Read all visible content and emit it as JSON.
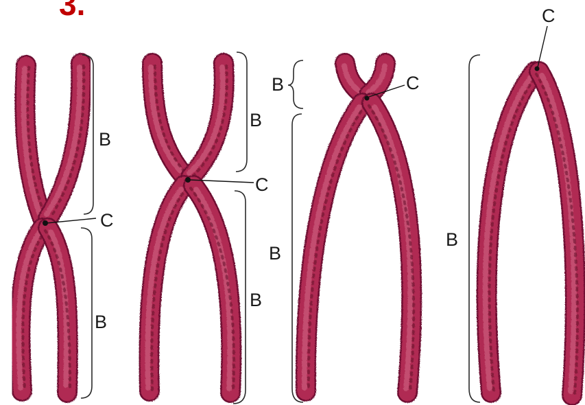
{
  "figure_number": "3.",
  "colors": {
    "chromatid_dark": "#6e1030",
    "chromatid_mid": "#b02a52",
    "chromatid_light": "#d46a88",
    "number_red": "#c00000"
  },
  "labels": {
    "arm": "B",
    "centromere": "C"
  },
  "chromosomes": [
    {
      "type": "metacentric"
    },
    {
      "type": "submetacentric"
    },
    {
      "type": "acrocentric"
    },
    {
      "type": "telocentric"
    }
  ]
}
